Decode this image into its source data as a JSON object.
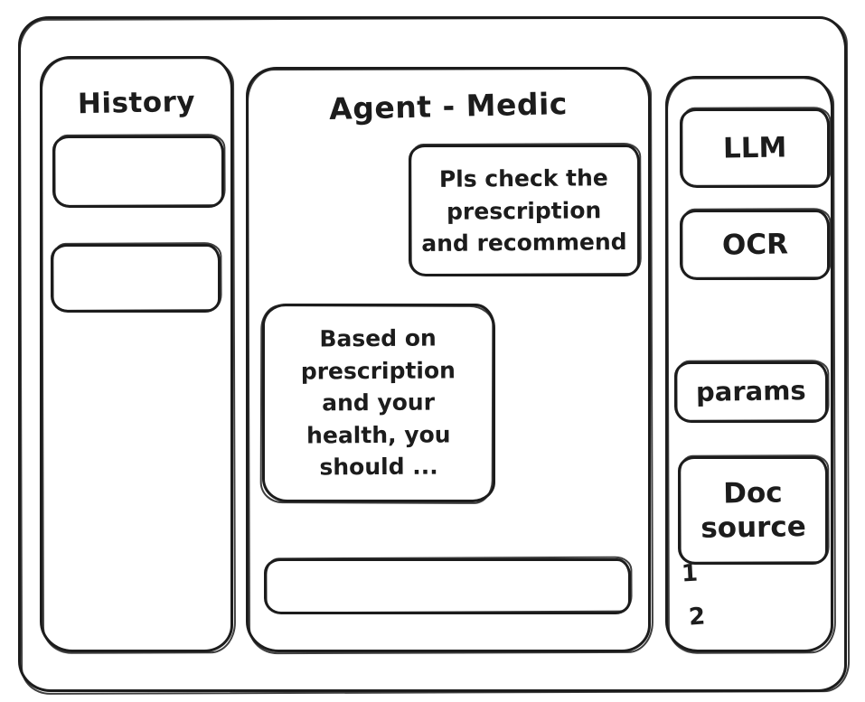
{
  "window": {
    "frame_label": "app-window"
  },
  "sidebar_left": {
    "title": "History",
    "items": [
      {
        "label": ""
      },
      {
        "label": ""
      }
    ]
  },
  "main": {
    "title": "Agent - Medic",
    "messages": [
      {
        "role": "user",
        "text": "Pls check the\nprescription\nand recommend"
      },
      {
        "role": "assistant",
        "text": "Based on\nprescription\nand your\nhealth, you\nshould ..."
      }
    ],
    "composer": {
      "value": "",
      "placeholder": ""
    }
  },
  "sidebar_right": {
    "buttons": [
      {
        "label": "LLM"
      },
      {
        "label": "OCR"
      },
      {
        "label": "params"
      },
      {
        "label": "Doc\nsource"
      }
    ],
    "doc_source_list": [
      {
        "label": "1"
      },
      {
        "label": "2"
      }
    ]
  },
  "colors": {
    "stroke": "#1c1c1c",
    "background": "#ffffff"
  }
}
